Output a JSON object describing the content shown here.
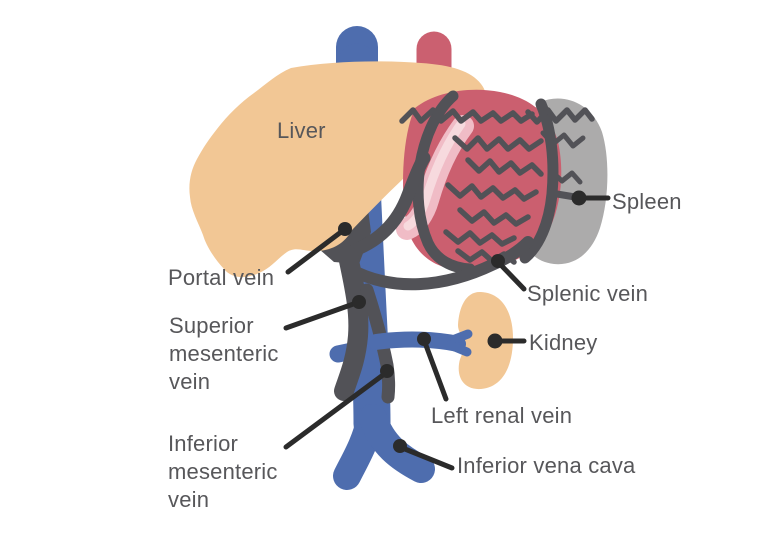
{
  "labels": {
    "liver": "Liver",
    "portal_vein": "Portal vein",
    "superior_mesenteric_vein": "Superior mesenteric vein",
    "inferior_mesenteric_vein": "Inferior mesenteric vein",
    "spleen": "Spleen",
    "splenic_vein": "Splenic vein",
    "kidney": "Kidney",
    "left_renal_vein": "Left renal vein",
    "inferior_vena_cava": "Inferior vena cava"
  },
  "colors": {
    "background": "#FFFFFF",
    "organ_tan": "#F2C795",
    "vein_blue": "#4E6DAE",
    "artery_red": "#CB6070",
    "stomach_red": "#CB5F6F",
    "stomach_inner_pink": "#F0BCC6",
    "stomach_inner_highlight": "#F7DADE",
    "spleen_gray": "#ACABAB",
    "vessel_dark_gray": "#525257",
    "leader_line": "#2B2B2B",
    "label_text": "#57575A"
  }
}
